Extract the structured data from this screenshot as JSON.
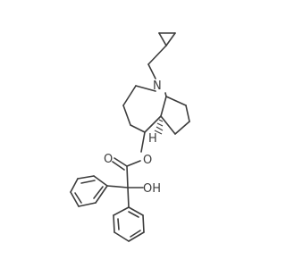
{
  "molecule": {
    "atom_labels": {
      "nitrogen": "N",
      "carbonyl_oxygen": "O",
      "ester_oxygen": "O",
      "hydroxyl": "OH",
      "stereo_hydrogen": "H"
    }
  },
  "colors": {
    "bond": "#3c3c3c",
    "background": "#ffffff"
  }
}
